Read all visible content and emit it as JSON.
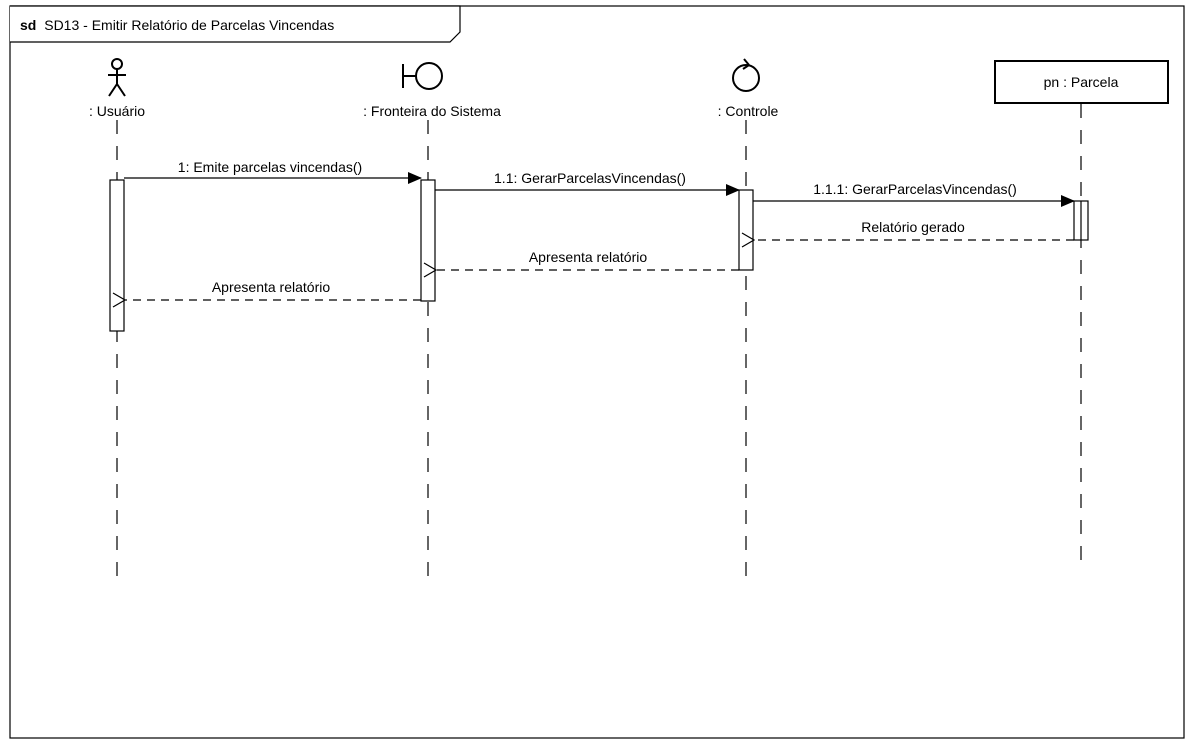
{
  "frame": {
    "keyword": "sd",
    "title": "SD13 - Emitir Relatório de Parcelas Vincendas"
  },
  "lifelines": [
    {
      "id": "usuario",
      "name": ": Usuário",
      "kind": "actor"
    },
    {
      "id": "fronteira",
      "name": ": Fronteira do Sistema",
      "kind": "boundary"
    },
    {
      "id": "controle",
      "name": ": Controle",
      "kind": "control"
    },
    {
      "id": "parcela",
      "name": "pn : Parcela",
      "kind": "object"
    }
  ],
  "messages": [
    {
      "number": "1",
      "label": "1: Emite parcelas vincendas()",
      "from": "usuario",
      "to": "fronteira",
      "type": "synchronous"
    },
    {
      "number": "1.1",
      "label": "1.1: GerarParcelasVincendas()",
      "from": "fronteira",
      "to": "controle",
      "type": "synchronous"
    },
    {
      "number": "1.1.1",
      "label": "1.1.1: GerarParcelasVincendas()",
      "from": "controle",
      "to": "parcela",
      "type": "synchronous"
    },
    {
      "number": "",
      "label": "Relatório gerado",
      "from": "parcela",
      "to": "controle",
      "type": "reply"
    },
    {
      "number": "",
      "label": "Apresenta relatório",
      "from": "controle",
      "to": "fronteira",
      "type": "reply"
    },
    {
      "number": "",
      "label": "Apresenta relatório",
      "from": "fronteira",
      "to": "usuario",
      "type": "reply"
    }
  ]
}
